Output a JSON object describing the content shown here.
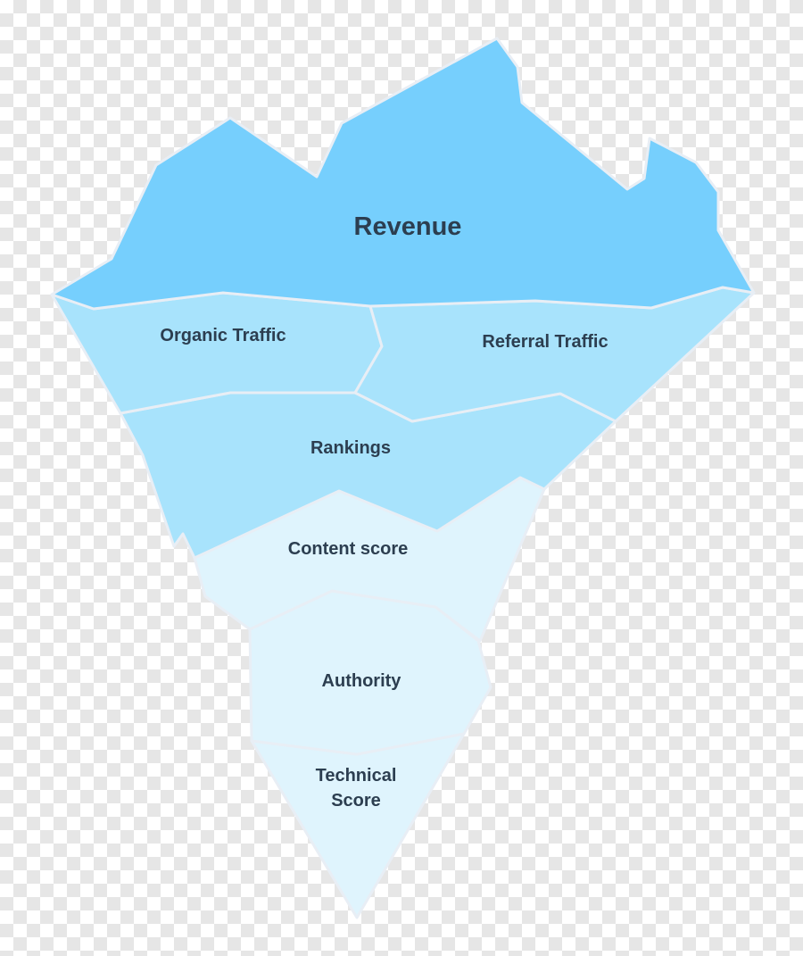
{
  "colors": {
    "revenue": "#76cffd",
    "traffic": "#a8e3fc",
    "rankings": "#a8e3fc",
    "lower": "#dff4fd",
    "border": "#e8eef5",
    "text": "#2c3e50"
  },
  "labels": {
    "revenue": "Revenue",
    "organic": "Organic Traffic",
    "referral": "Referral Traffic",
    "rankings": "Rankings",
    "content": "Content score",
    "authority": "Authority",
    "technical_line1": "Technical",
    "technical_line2": "Score"
  }
}
